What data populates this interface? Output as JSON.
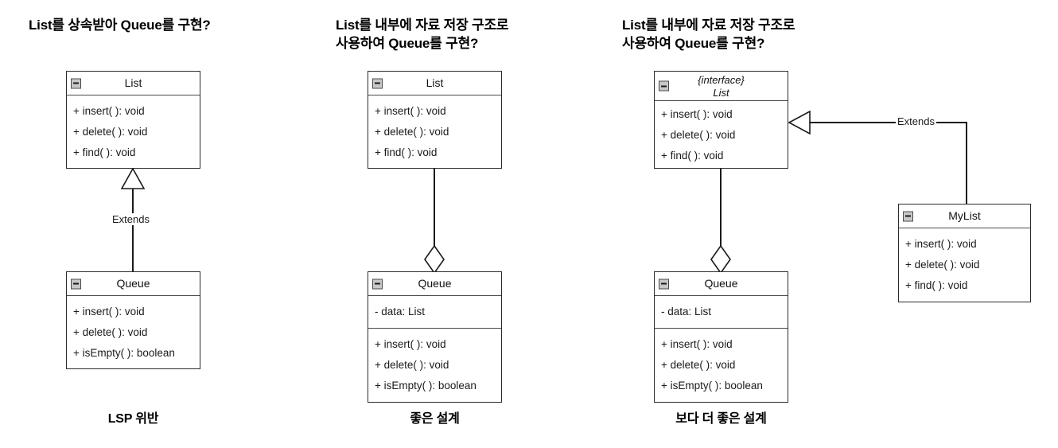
{
  "diagram": {
    "title_note": "UML class diagram comparing three Queue implementations",
    "columns": [
      {
        "id": "col1",
        "title": "List를 상속받아  Queue를 구현?",
        "caption": "LSP 위반",
        "classes": [
          {
            "id": "col1-list",
            "name": "List",
            "stereotype": "",
            "icon": "minus-icon",
            "compartments": [
              {
                "members": [
                  "+ insert( ): void",
                  "+ delete( ): void",
                  "+ find( ): void"
                ]
              }
            ]
          },
          {
            "id": "col1-queue",
            "name": "Queue",
            "stereotype": "",
            "icon": "minus-icon",
            "compartments": [
              {
                "members": [
                  "+ insert( ): void",
                  "+ delete( ): void",
                  "+ isEmpty( ): boolean"
                ]
              }
            ]
          }
        ],
        "relations": [
          {
            "from": "col1-queue",
            "to": "col1-list",
            "type": "generalization",
            "label": "Extends"
          }
        ]
      },
      {
        "id": "col2",
        "title": "List를 내부에 자료 저장 구조로\n사용하여  Queue를 구현?",
        "caption": "좋은 설계",
        "classes": [
          {
            "id": "col2-list",
            "name": "List",
            "stereotype": "",
            "icon": "minus-icon",
            "compartments": [
              {
                "members": [
                  "+ insert( ): void",
                  "+ delete( ): void",
                  "+ find( ): void"
                ]
              }
            ]
          },
          {
            "id": "col2-queue",
            "name": "Queue",
            "stereotype": "",
            "icon": "minus-icon",
            "compartments": [
              {
                "members": [
                  "- data: List"
                ]
              },
              {
                "members": [
                  "+ insert( ): void",
                  "+ delete( ): void",
                  "+ isEmpty( ): boolean"
                ]
              }
            ]
          }
        ],
        "relations": [
          {
            "from": "col2-queue",
            "to": "col2-list",
            "type": "aggregation",
            "label": ""
          }
        ]
      },
      {
        "id": "col3",
        "title": "List를 내부에 자료 저장 구조로\n사용하여  Queue를 구현?",
        "caption": "보다 더 좋은 설계",
        "classes": [
          {
            "id": "col3-list",
            "name": "List",
            "stereotype": "{interface}",
            "icon": "minus-icon",
            "compartments": [
              {
                "members": [
                  "+ insert( ): void",
                  "+ delete( ): void",
                  "+ find( ): void"
                ]
              }
            ]
          },
          {
            "id": "col3-queue",
            "name": "Queue",
            "stereotype": "",
            "icon": "minus-icon",
            "compartments": [
              {
                "members": [
                  "- data: List"
                ]
              },
              {
                "members": [
                  "+ insert( ): void",
                  "+ delete( ): void",
                  "+ isEmpty( ): boolean"
                ]
              }
            ]
          },
          {
            "id": "col3-mylist",
            "name": "MyList",
            "stereotype": "",
            "icon": "minus-icon",
            "compartments": [
              {
                "members": [
                  "+ insert( ): void",
                  "+ delete( ): void",
                  "+ find( ): void"
                ]
              }
            ]
          }
        ],
        "relations": [
          {
            "from": "col3-queue",
            "to": "col3-list",
            "type": "aggregation",
            "label": ""
          },
          {
            "from": "col3-mylist",
            "to": "col3-list",
            "type": "generalization",
            "label": "Extends"
          }
        ]
      }
    ],
    "colors": {
      "background": "#ffffff",
      "line": "#1a1a1a",
      "box_border": "#2b2b2b",
      "icon_fill": "#c8c8c8",
      "text": "#000000"
    }
  }
}
